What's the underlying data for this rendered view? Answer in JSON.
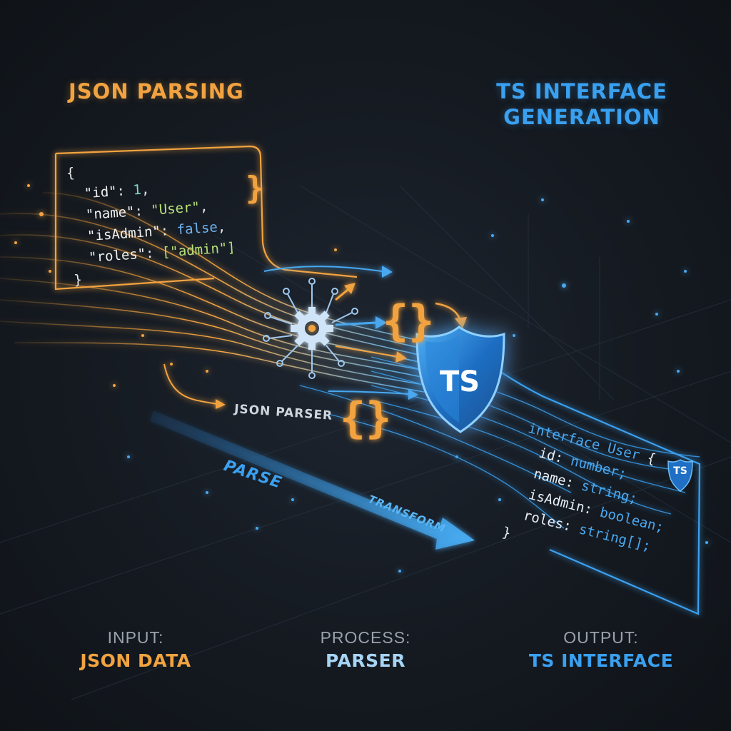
{
  "headings": {
    "left": "JSON PARSING",
    "right_line1": "TS INTERFACE",
    "right_line2": "GENERATION"
  },
  "json_input": {
    "open": "{",
    "lines": [
      {
        "key": "\"id\"",
        "sep": ": ",
        "value": "1",
        "end": ","
      },
      {
        "key": "\"name\"",
        "sep": ": ",
        "value": "\"User\"",
        "end": ","
      },
      {
        "key": "\"isAdmin\"",
        "sep": ": ",
        "value": "false",
        "end": ","
      },
      {
        "key": "\"roles\"",
        "sep": ": ",
        "value": "[\"admin\"]",
        "end": ""
      }
    ],
    "close": "}"
  },
  "ts_output": {
    "header_kw": "interface",
    "header_name": "User",
    "header_brace": "{",
    "fields": [
      {
        "name": "id:",
        "type": "number;"
      },
      {
        "name": "name:",
        "type": "string;"
      },
      {
        "name": "isAdmin:",
        "type": "boolean;"
      },
      {
        "name": "roles:",
        "type": "string[];"
      }
    ],
    "close": "}"
  },
  "flow_labels": {
    "parser": "JSON PARSER",
    "parse": "PARSE",
    "transform": "TRANSFORM"
  },
  "shield": {
    "text": "TS",
    "mini_text": "TS"
  },
  "braces": {
    "top_right": "}",
    "mid": "{}",
    "lower": "{}"
  },
  "captions": {
    "input_top": "INPUT:",
    "input_bottom": "JSON DATA",
    "process_top": "PROCESS:",
    "process_bottom": "PARSER",
    "output_top": "OUTPUT:",
    "output_bottom": "TS INTERFACE"
  },
  "colors": {
    "orange": "#f2a340",
    "blue": "#3aa0f0",
    "background": "#151a21"
  },
  "icons": [
    "gear-icon",
    "ts-shield-icon",
    "ts-badge-icon"
  ]
}
